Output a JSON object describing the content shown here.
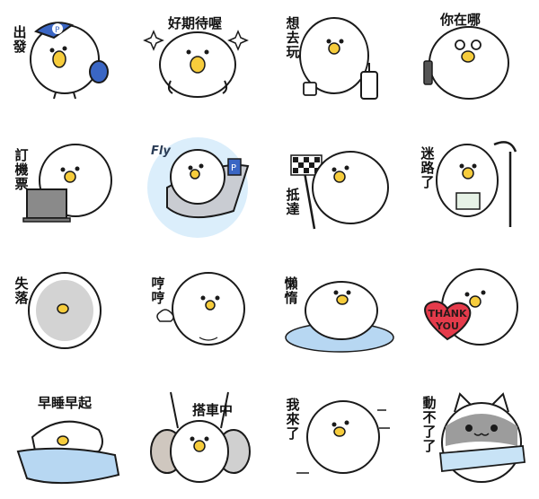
{
  "stickers": [
    {
      "caption": "出發",
      "icons": [
        "duck-icon",
        "cap-icon",
        "neck-pillow-icon"
      ]
    },
    {
      "caption": "好期待喔",
      "icons": [
        "duck-icon",
        "sparkle-icon"
      ]
    },
    {
      "caption": "想去玩",
      "icons": [
        "duck-icon",
        "bag-icon",
        "suitcase-icon"
      ]
    },
    {
      "caption": "你在哪",
      "icons": [
        "duck-icon",
        "phone-icon"
      ]
    },
    {
      "caption": "訂機票",
      "icons": [
        "duck-icon",
        "laptop-icon"
      ]
    },
    {
      "caption": "",
      "note": "Fly",
      "icons": [
        "duck-icon",
        "airplane-icon"
      ]
    },
    {
      "caption": "抵達",
      "icons": [
        "duck-icon",
        "checkered-flag-icon"
      ]
    },
    {
      "caption": "迷路了",
      "icons": [
        "duck-icon",
        "map-icon",
        "street-lamp-icon"
      ]
    },
    {
      "caption": "失落",
      "icons": [
        "duck-icon"
      ]
    },
    {
      "caption": "哼哼",
      "icons": [
        "duck-icon",
        "puff-icon"
      ]
    },
    {
      "caption": "懶惰",
      "icons": [
        "duck-icon",
        "mat-icon"
      ]
    },
    {
      "caption": "",
      "heart_text": "THANK YOU",
      "icons": [
        "duck-icon",
        "heart-icon"
      ]
    },
    {
      "caption": "早睡早起",
      "icons": [
        "duck-icon",
        "blanket-icon"
      ]
    },
    {
      "caption": "搭車中",
      "icons": [
        "duck-icon",
        "strap-icon"
      ]
    },
    {
      "caption": "我來了",
      "icons": [
        "duck-icon",
        "motion-lines-icon"
      ]
    },
    {
      "caption": "動不了了",
      "icons": [
        "cat-icon",
        "scarf-icon"
      ]
    }
  ],
  "colors": {
    "outline": "#1a1a1a",
    "beak": "#f6cc3c",
    "accent": "#3a66c4",
    "heart": "#e53b4b",
    "mat": "#b7d7f2"
  }
}
